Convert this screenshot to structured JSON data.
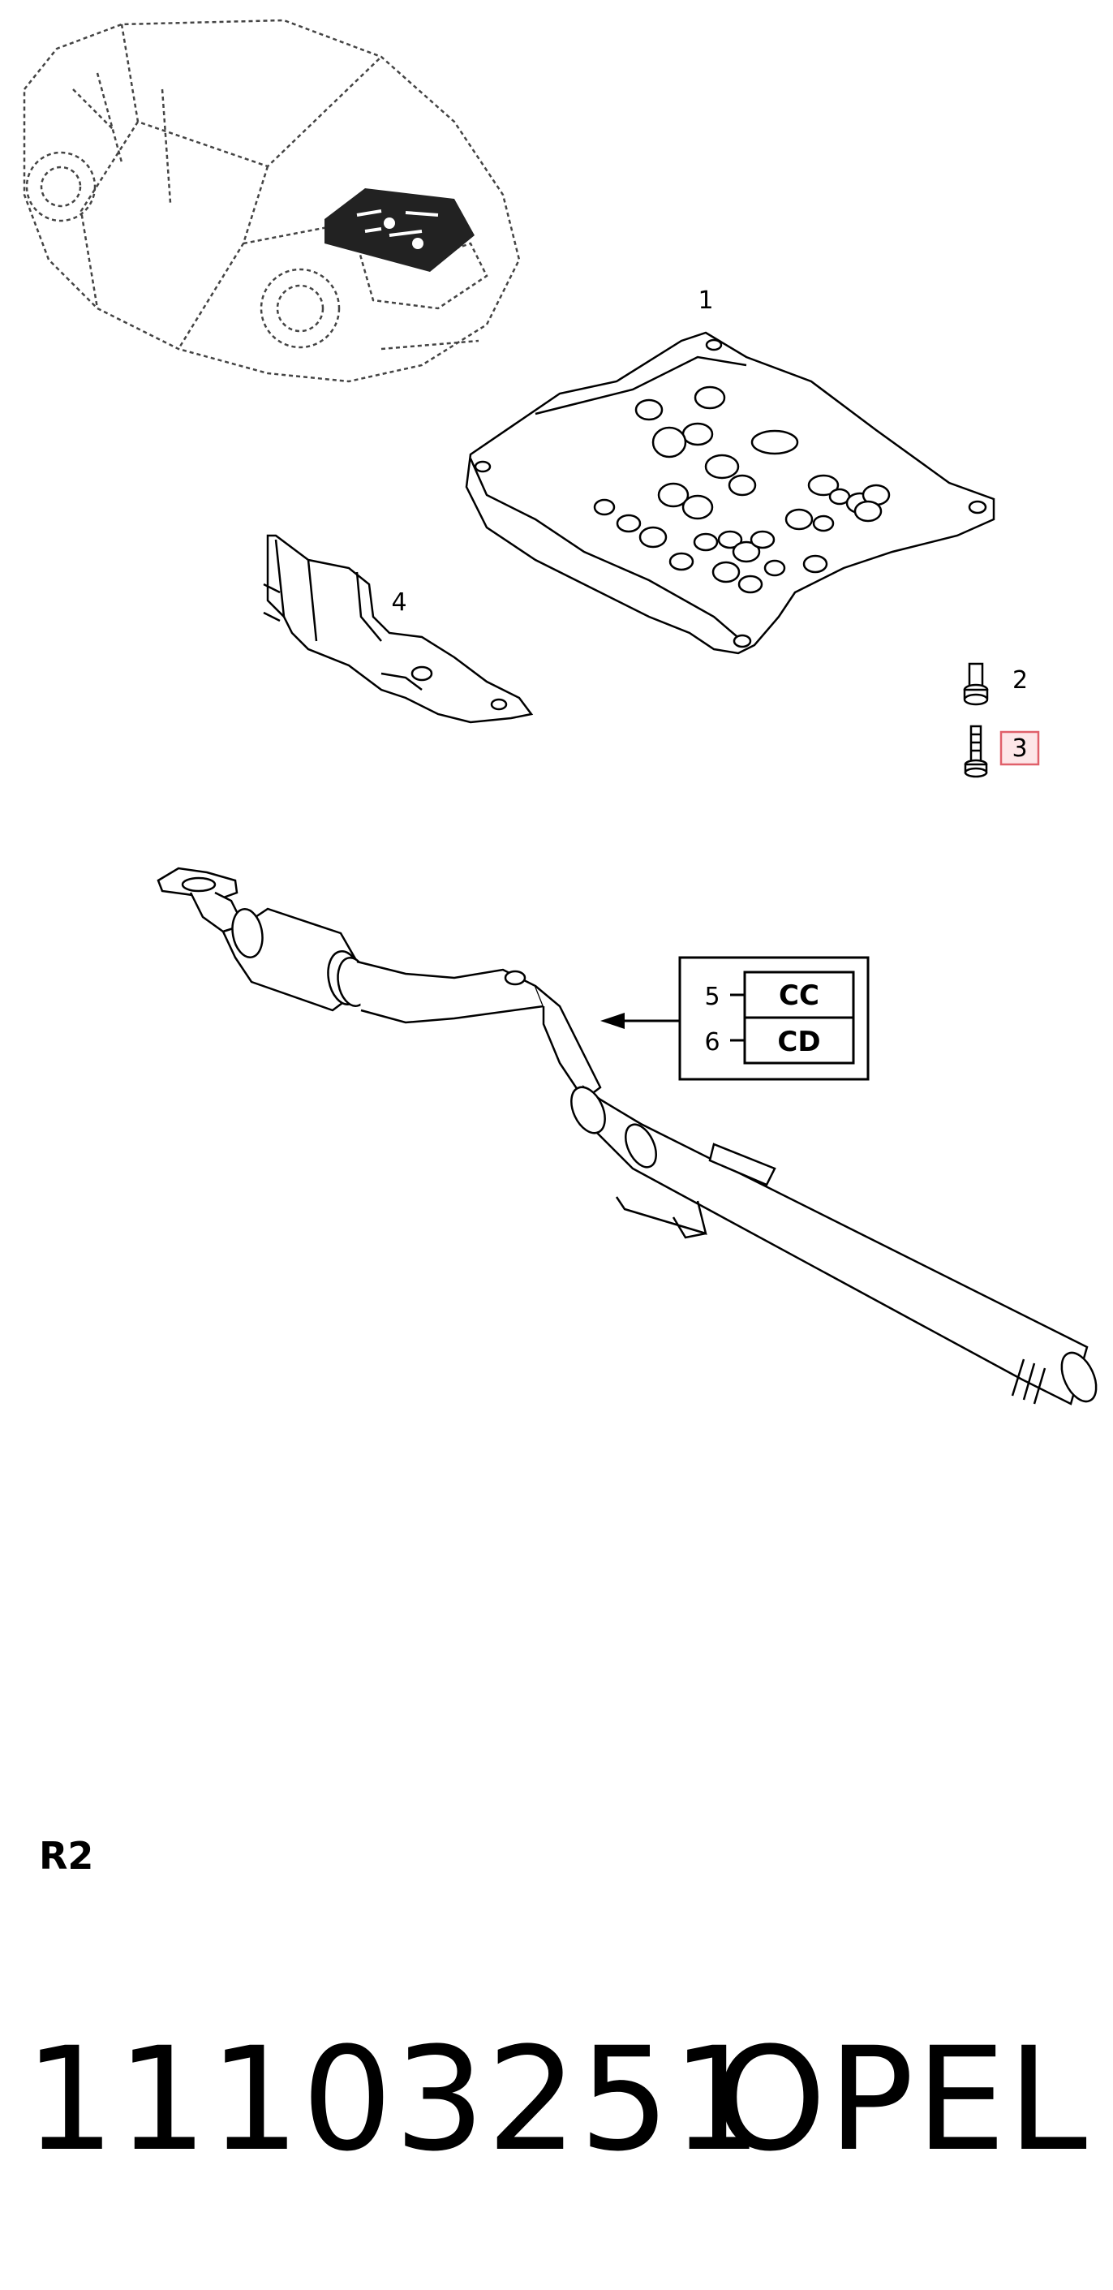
{
  "callouts": {
    "c1": "1",
    "c2": "2",
    "c3": "3",
    "c4": "4",
    "c5": "5",
    "c6": "6"
  },
  "engine_codes": [
    "CC",
    "CD"
  ],
  "section_code": "R2",
  "footer": {
    "part_number": "11103251",
    "brand": "OPEL"
  },
  "colors": {
    "line": "#000000",
    "highlight_border": "#e0606a",
    "highlight_fill": "#fde6e8"
  }
}
